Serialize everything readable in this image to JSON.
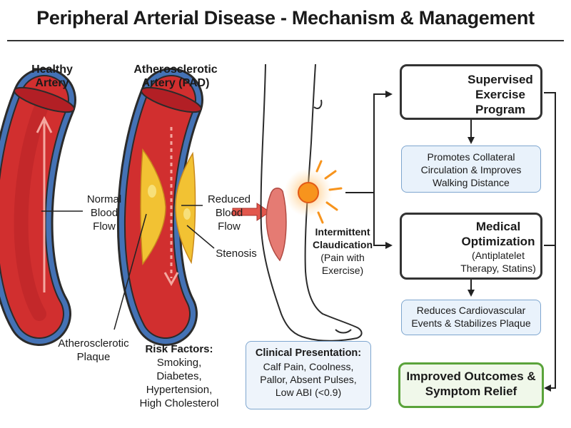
{
  "title": "Peripheral Arterial Disease - Mechanism & Management",
  "arteries": {
    "healthy_label": "Healthy Artery",
    "pad_label": "Atherosclerotic Artery (PAD)",
    "normal_flow": "Normal Blood Flow",
    "reduced_flow": "Reduced Blood Flow",
    "stenosis": "Stenosis",
    "plaque": "Atherosclerotic Plaque"
  },
  "risk": {
    "heading": "Risk Factors:",
    "items": [
      "Smoking,",
      "Diabetes,",
      "Hypertension,",
      "High Cholesterol"
    ]
  },
  "symptom": {
    "title": "Intermittent Claudication",
    "detail": "(Pain with Exercise)"
  },
  "clinical": {
    "heading": "Clinical Presentation:",
    "lines": [
      "Calf Pain, Coolness,",
      "Pallor, Absent Pulses,",
      "Low ABI (<0.9)"
    ]
  },
  "exercise": {
    "title": "Supervised Exercise Program",
    "icon": "treadmill-icon",
    "result": "Promotes Collateral Circulation & Improves Walking Distance"
  },
  "medical": {
    "title": "Medical Optimization",
    "detail": "(Antiplatelet Therapy, Statins)",
    "icon": "medication-icon",
    "result": "Reduces Cardiovascular Events & Stabilizes Plaque"
  },
  "outcome": {
    "label": "Improved Outcomes & Symptom Relief"
  },
  "colors": {
    "artery_red": "#c8282b",
    "artery_wall": "#3d6fb0",
    "plaque_yellow": "#f2c233",
    "pain_orange": "#f7941d",
    "outcome_green": "#5aa33a"
  }
}
